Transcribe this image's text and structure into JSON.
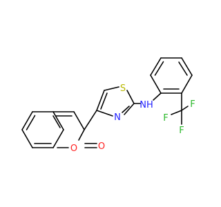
{
  "molecule": {
    "atoms": {
      "sulfur": {
        "label": "S",
        "color": "#b8b800"
      },
      "thiazole_nitrogen": {
        "label": "N",
        "color": "#2020ff"
      },
      "amine": {
        "label": "NH",
        "color": "#2020ff"
      },
      "ring_oxygen": {
        "label": "O",
        "color": "#ff2020"
      },
      "carbonyl_oxygen": {
        "label": "O",
        "color": "#ff2020"
      },
      "fluorine_1": {
        "label": "F",
        "color": "#2ab82a"
      },
      "fluorine_2": {
        "label": "F",
        "color": "#2ab82a"
      },
      "fluorine_3": {
        "label": "F",
        "color": "#2ab82a"
      }
    },
    "bond_color": "#000000"
  }
}
